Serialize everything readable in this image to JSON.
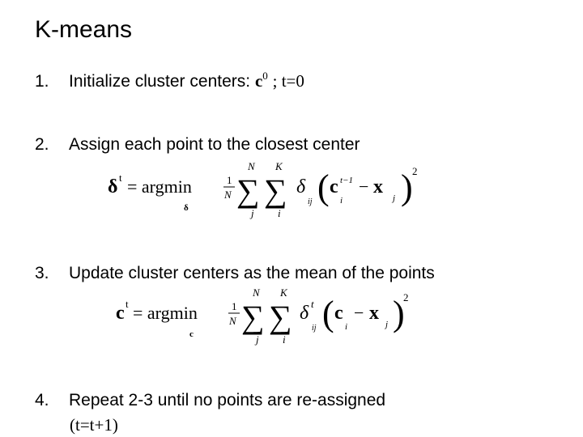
{
  "slide": {
    "title": "K-means",
    "steps": [
      {
        "number": "1.",
        "text": "Initialize cluster centers:",
        "math_var": "c",
        "math_sup": "0",
        "math_rest": "; t=0"
      },
      {
        "number": "2.",
        "text": "Assign each point to the closest center"
      },
      {
        "number": "3.",
        "text": "Update cluster centers as the mean of the points"
      },
      {
        "number": "4.",
        "text": "Repeat 2-3 until no points are re-assigned",
        "continuation": "(t=t+1)"
      }
    ],
    "formula_assign": {
      "lhs": "δ",
      "lhs_sup": "t",
      "eq": "= argmin",
      "argmin_sub": "δ",
      "frac_num": "1",
      "frac_den": "N",
      "sum1_upper": "N",
      "sum1_lower": "j",
      "sum2_upper": "K",
      "sum2_lower": "i",
      "delta": "δ",
      "delta_sub": "ij",
      "c": "c",
      "c_sup": "t−1",
      "c_sub": "i",
      "minus": "−",
      "x": "x",
      "x_sub": "j",
      "power": "2"
    },
    "formula_update": {
      "lhs": "c",
      "lhs_sup": "t",
      "eq": "= argmin",
      "argmin_sub": "c",
      "frac_num": "1",
      "frac_den": "N",
      "sum1_upper": "N",
      "sum1_lower": "j",
      "sum2_upper": "K",
      "sum2_lower": "i",
      "delta": "δ",
      "delta_sup": "t",
      "delta_sub": "ij",
      "c": "c",
      "c_sub": "i",
      "minus": "−",
      "x": "x",
      "x_sub": "j",
      "power": "2"
    }
  }
}
